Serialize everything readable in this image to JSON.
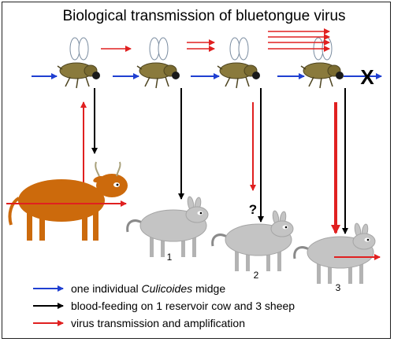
{
  "title": "Biological transmission of bluetongue virus",
  "sheep_labels": [
    "1",
    "2",
    "3"
  ],
  "unknown_marker": "?",
  "end_marker": "X",
  "legend": [
    {
      "color": "#1f3fd1",
      "text_before": "one individual ",
      "text_italic": "Culicoides",
      "text_after": " midge"
    },
    {
      "color": "#000000",
      "text_before": "blood-feeding on 1 reservoir cow and 3 sheep",
      "text_italic": "",
      "text_after": ""
    },
    {
      "color": "#e02020",
      "text_before": "virus transmission and amplification",
      "text_italic": "",
      "text_after": ""
    }
  ],
  "colors": {
    "blue": "#1f3fd1",
    "black": "#000000",
    "red": "#e02020",
    "cow": "#cc6a0c",
    "sheep": "#c4c4c4",
    "midge": "#8a7a3c"
  }
}
